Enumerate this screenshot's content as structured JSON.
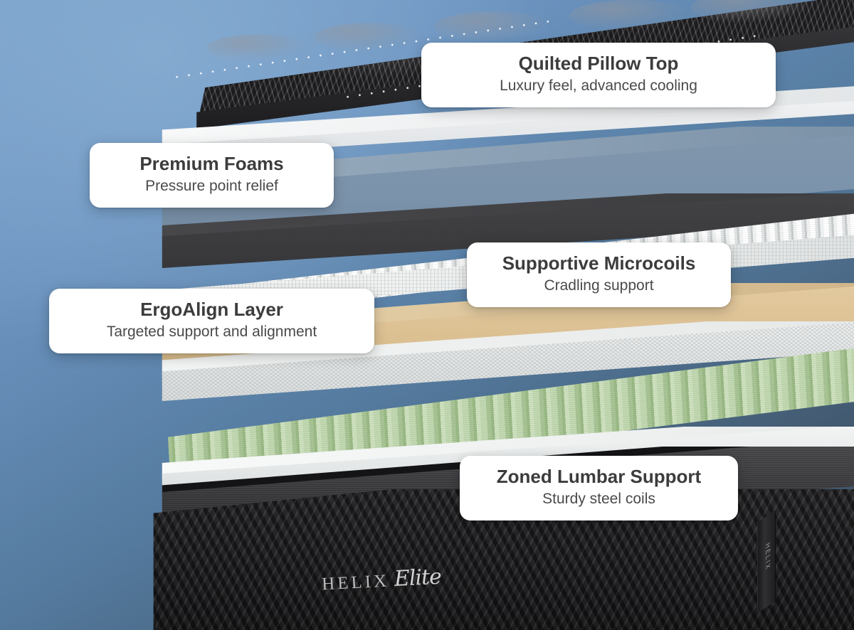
{
  "scene": {
    "title": "Helix Elite mattress cutaway with layer callouts",
    "background": {
      "top_left_color": "#7BA3CC",
      "bottom_right_color": "#3A4F66"
    }
  },
  "product": {
    "brand": "HELIX",
    "model": "Elite",
    "side_handle_label": "HELIX"
  },
  "callouts": [
    {
      "title": "Quilted Pillow Top",
      "subtitle": "Luxury feel, advanced cooling",
      "layer": "quilted-pillow-top"
    },
    {
      "title": "Premium Foams",
      "subtitle": "Pressure point relief",
      "layer": "premium-foams"
    },
    {
      "title": "Supportive Microcoils",
      "subtitle": "Cradling support",
      "layer": "supportive-microcoils"
    },
    {
      "title": "ErgoAlign Layer",
      "subtitle": "Targeted support and alignment",
      "layer": "ergoalign-layer"
    },
    {
      "title": "Zoned Lumbar Support",
      "subtitle": "Sturdy steel coils",
      "layer": "zoned-lumbar-support"
    }
  ],
  "layers": [
    {
      "name": "quilted-pillow-top",
      "color": "#2b2b2e"
    },
    {
      "name": "white-foam-sheet",
      "color": "#f1f3f4"
    },
    {
      "name": "premium-foam-blue",
      "color": "#8096ad"
    },
    {
      "name": "charcoal-transition",
      "color": "#3a3a3c"
    },
    {
      "name": "microcoil-band",
      "color": "#e8ebeb"
    },
    {
      "name": "ergoalign-tan-foam",
      "color": "#d9bd8d"
    },
    {
      "name": "white-fiber-layer",
      "color": "#e6e8e8"
    },
    {
      "name": "zoned-lumbar-green",
      "color": "#aac996"
    },
    {
      "name": "white-base-sheet",
      "color": "#eceeee"
    },
    {
      "name": "dark-border-band",
      "color": "#3b3b3e"
    },
    {
      "name": "woven-base-foundation",
      "color": "#232326"
    }
  ]
}
